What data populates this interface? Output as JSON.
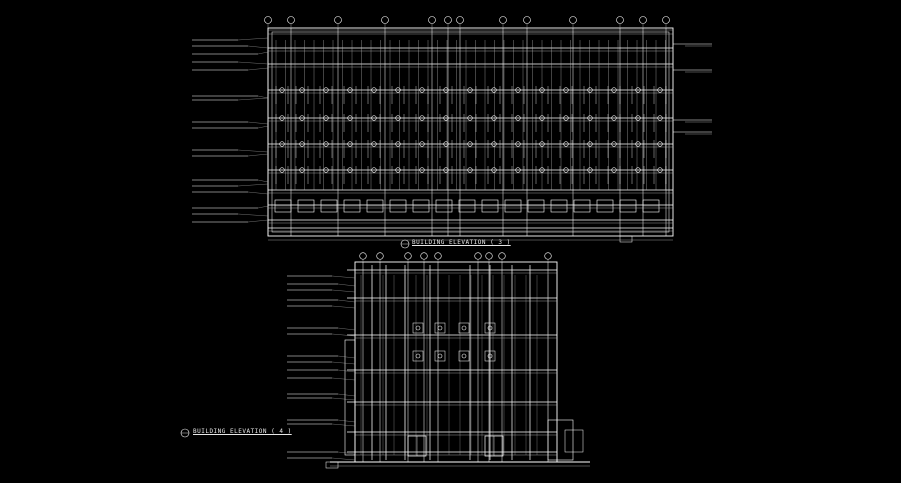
{
  "drawing": {
    "background": "#000000",
    "line_color": "#ffffff",
    "views": [
      {
        "id": "elevation-3",
        "title": "BUILDING ELEVATION ( 3 )"
      },
      {
        "id": "elevation-4",
        "title": "BUILDING ELEVATION ( 4 )"
      }
    ]
  }
}
